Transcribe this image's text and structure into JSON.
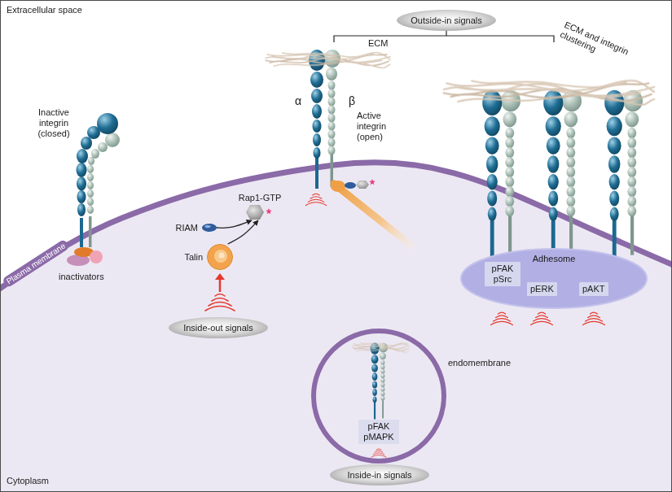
{
  "diagram": {
    "nodes": [
      {
        "text": [
          "Outside-in signals"
        ]
      },
      {
        "text": [
          "Rap1-GTP"
        ]
      },
      {
        "text": [
          "RIAM"
        ]
      },
      {
        "text": [
          "Talin"
        ]
      },
      {
        "text": [
          "Inside-out signals"
        ]
      },
      {
        "text": [
          "Adhesome"
        ]
      },
      {
        "text": [
          "pFAK pSrc"
        ],
        "in": 5
      },
      {
        "text": [
          "pERK"
        ],
        "in": 5
      },
      {
        "text": [
          "pAKT"
        ],
        "in": 5
      },
      {
        "text": [
          "pFAK pMAPK"
        ]
      },
      {
        "text": [
          "Inside-in signals"
        ]
      }
    ],
    "edges": [
      {
        "from": 2,
        "to": 1,
        "arrow": "to"
      },
      {
        "from": 3,
        "to": 1,
        "arrow": "to"
      }
    ],
    "labels": [
      "Extracellular space",
      "ECM",
      "ECM and integrin clustering",
      "Inactive integrin (closed)",
      "α",
      "Active integrin (open)",
      "β",
      "Plasma membrane",
      "inactivators",
      "endomembrane",
      "Cytoplasm"
    ]
  }
}
